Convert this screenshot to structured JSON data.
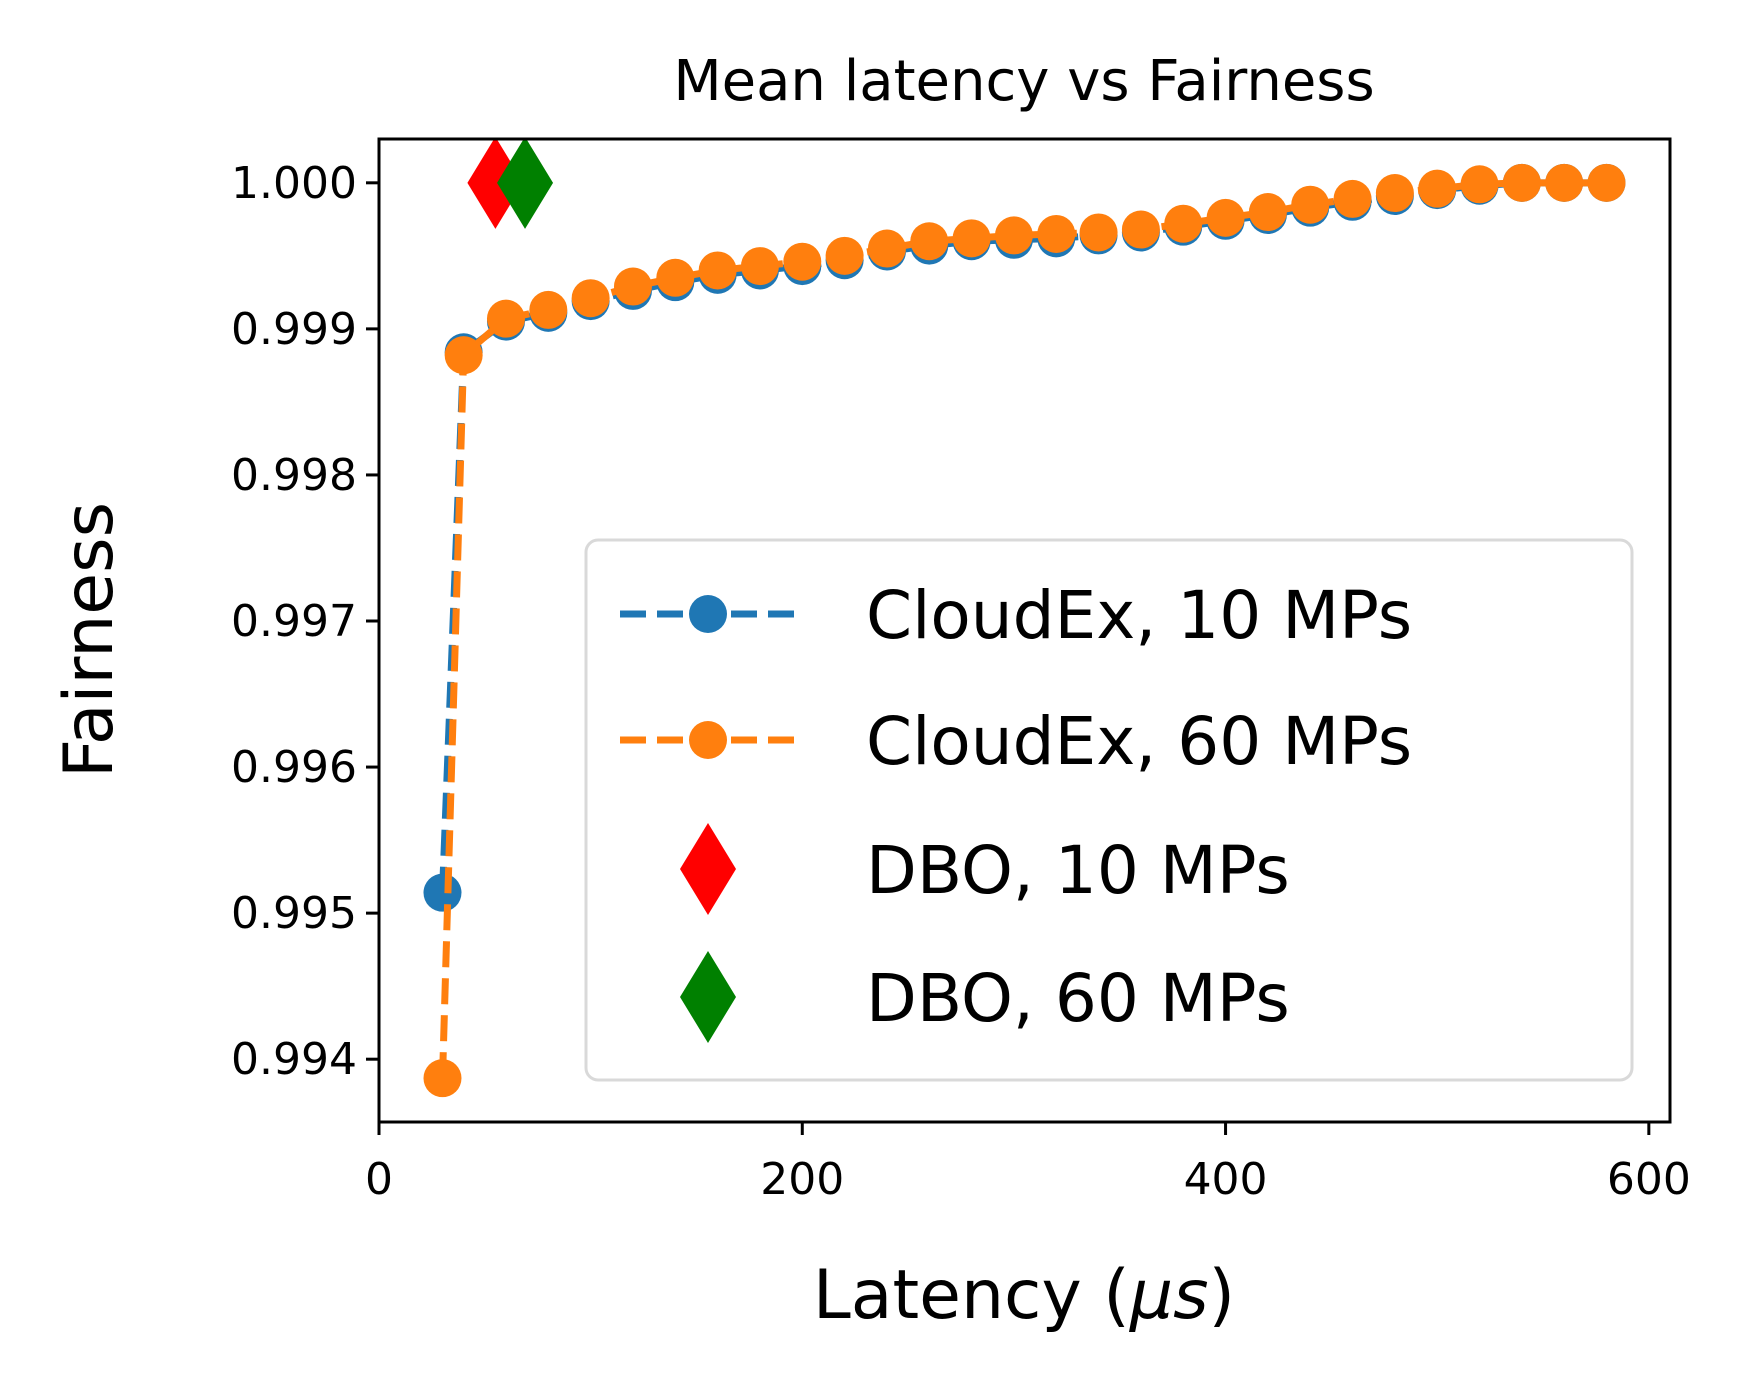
{
  "chart_data": {
    "type": "line",
    "title": "Mean latency vs Fairness",
    "xlabel": "Latency (",
    "xlabel_mu": "μs",
    "xlabel_close": ")",
    "ylabel": "Fairness",
    "xlim": [
      0,
      610
    ],
    "ylim": [
      0.99357,
      1.0003
    ],
    "xticks": [
      0,
      200,
      400,
      600
    ],
    "xtick_labels": [
      "0",
      "200",
      "400",
      "600"
    ],
    "yticks": [
      0.994,
      0.995,
      0.996,
      0.997,
      0.998,
      0.999,
      1.0
    ],
    "ytick_labels": [
      "0.994",
      "0.995",
      "0.996",
      "0.997",
      "0.998",
      "0.999",
      "1.000"
    ],
    "grid": false,
    "legend_position": "lower-right",
    "series": [
      {
        "name": "CloudEx, 10 MPs",
        "style": "dashed-line-circle",
        "color": "#1f77b4",
        "x": [
          30,
          40,
          60,
          80,
          100,
          120,
          140,
          160,
          180,
          200,
          220,
          240,
          260,
          280,
          300,
          320,
          340,
          360,
          380,
          400,
          420,
          440,
          460,
          480,
          500,
          520,
          540,
          560,
          580
        ],
        "y": [
          0.99514,
          0.99884,
          0.99905,
          0.99911,
          0.99919,
          0.99926,
          0.99932,
          0.99937,
          0.9994,
          0.99943,
          0.99947,
          0.99953,
          0.99957,
          0.9996,
          0.99961,
          0.99962,
          0.99964,
          0.99966,
          0.9997,
          0.99974,
          0.99978,
          0.99983,
          0.99987,
          0.99991,
          0.99995,
          0.99998,
          1.0,
          1.0,
          1.0
        ]
      },
      {
        "name": "CloudEx, 60 MPs",
        "style": "dashed-line-circle",
        "color": "#ff7f0e",
        "x": [
          30,
          40,
          60,
          80,
          100,
          120,
          140,
          160,
          180,
          200,
          220,
          240,
          260,
          280,
          300,
          320,
          340,
          360,
          380,
          400,
          420,
          440,
          460,
          480,
          500,
          520,
          540,
          560,
          580
        ],
        "y": [
          0.99387,
          0.99882,
          0.99907,
          0.99913,
          0.99921,
          0.99929,
          0.99935,
          0.9994,
          0.99943,
          0.99946,
          0.9995,
          0.99955,
          0.9996,
          0.99962,
          0.99964,
          0.99965,
          0.99966,
          0.99968,
          0.99972,
          0.99976,
          0.9998,
          0.99985,
          0.99989,
          0.99993,
          0.99996,
          0.99999,
          1.0,
          1.0,
          1.0
        ]
      },
      {
        "name": "DBO, 10 MPs",
        "style": "diamond-marker",
        "color": "#ff0000",
        "x": [
          55
        ],
        "y": [
          1.0
        ]
      },
      {
        "name": "DBO, 60 MPs",
        "style": "diamond-marker",
        "color": "#008000",
        "x": [
          69
        ],
        "y": [
          1.0
        ]
      }
    ]
  }
}
